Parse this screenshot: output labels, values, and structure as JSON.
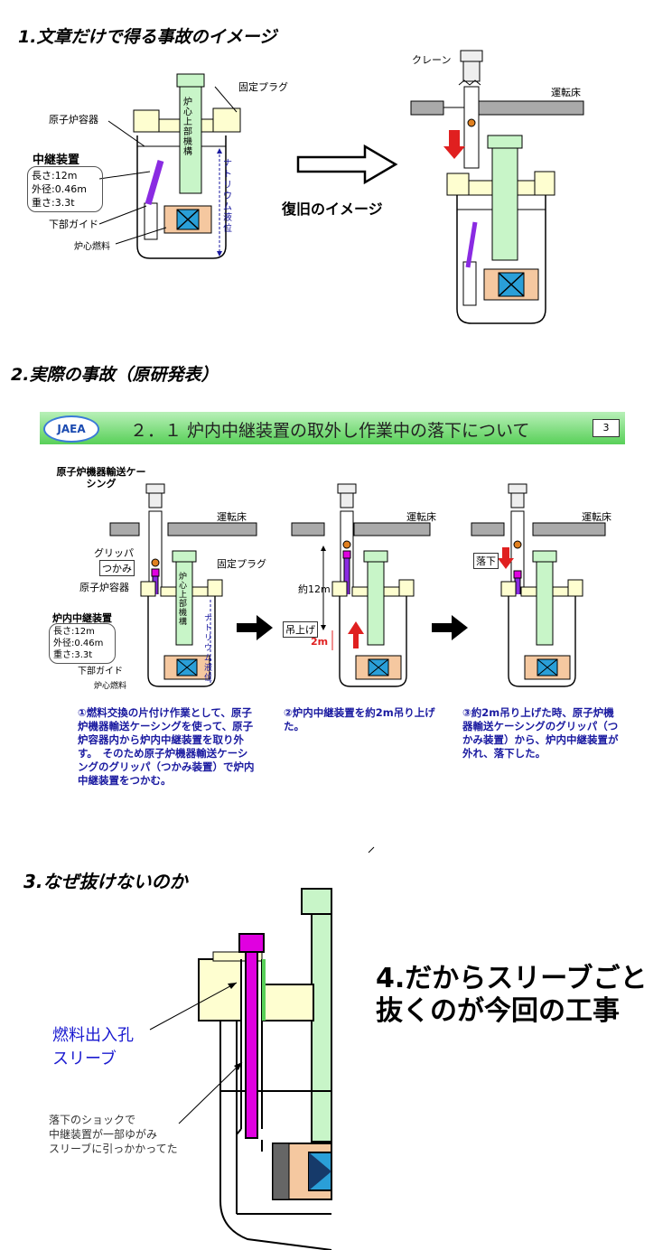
{
  "section1": {
    "heading": "1.文章だけで得る事故のイメージ",
    "labels": {
      "fixed_plug": "固定プラグ",
      "reactor_vessel": "原子炉容器",
      "upper_mech": "炉心上部機構",
      "relay_device": "中継装置",
      "spec_length": "長さ:12m",
      "spec_diameter": "外径:0.46m",
      "spec_weight": "重さ:3.3t",
      "sodium_level": "ナトリウム液位",
      "lower_guide": "下部ガイド",
      "core_fuel": "炉心燃料"
    },
    "restore_label": "復旧のイメージ",
    "right_labels": {
      "crane": "クレーン",
      "operating_floor": "運転床"
    }
  },
  "section2": {
    "heading": "2.実際の事故（原研発表）",
    "band": {
      "logo": "JAEA",
      "title": "２．１ 炉内中継装置の取外し作業中の落下について",
      "page": "3"
    },
    "labels": {
      "casing": "原子炉機器輸送ケーシング",
      "operating_floor": "運転床",
      "gripper": "グリッパ",
      "grab": "つかみ",
      "fixed_plug": "固定プラグ",
      "reactor_vessel": "原子炉容器",
      "upper_mech": "炉心上部機構",
      "relay_device": "炉内中継装置",
      "spec_length": "長さ:12m",
      "spec_diameter": "外径:0.46m",
      "spec_weight": "重さ:3.3t",
      "sodium_level": "ナトリウム液位",
      "lower_guide": "下部ガイド",
      "core_fuel": "炉心燃料",
      "approx12m": "約12m",
      "lift": "吊上げ",
      "two_m": "2m",
      "fall": "落下"
    },
    "steps": [
      "①燃料交換の片付け作業として、原子炉機器輸送ケーシングを使って、原子炉容器内から炉内中継装置を取り外す。　そのため原子炉機器輸送ケーシングのグリッパ（つかみ装置）で炉内中継装置をつかむ。",
      "②炉内中継装置を約2m吊り上げた。",
      "③約2m吊り上げた時、原子炉機器輸送ケーシングのグリッパ（つかみ装置）から、炉内中継装置が外れ、落下した。"
    ]
  },
  "section3": {
    "heading": "3.なぜ抜けないのか",
    "sleeve_label_1": "燃料出入孔",
    "sleeve_label_2": "スリーブ",
    "note_1": "落下のショックで",
    "note_2": "中継装置が一部ゆがみ",
    "note_3": "スリーブに引っかかってた"
  },
  "section4": {
    "line1": "4.だからスリーブごと",
    "line2": "抜くのが今回の工事"
  },
  "colors": {
    "pale_green": "#c8f5c8",
    "pale_yellow": "#fefed0",
    "purple": "#8a2be2",
    "magenta": "#e000e0",
    "fuel_orange": "#f5c8a0",
    "fuel_blue": "#2a9fd8",
    "red": "#e02020",
    "band_green": "#7ee27e"
  }
}
